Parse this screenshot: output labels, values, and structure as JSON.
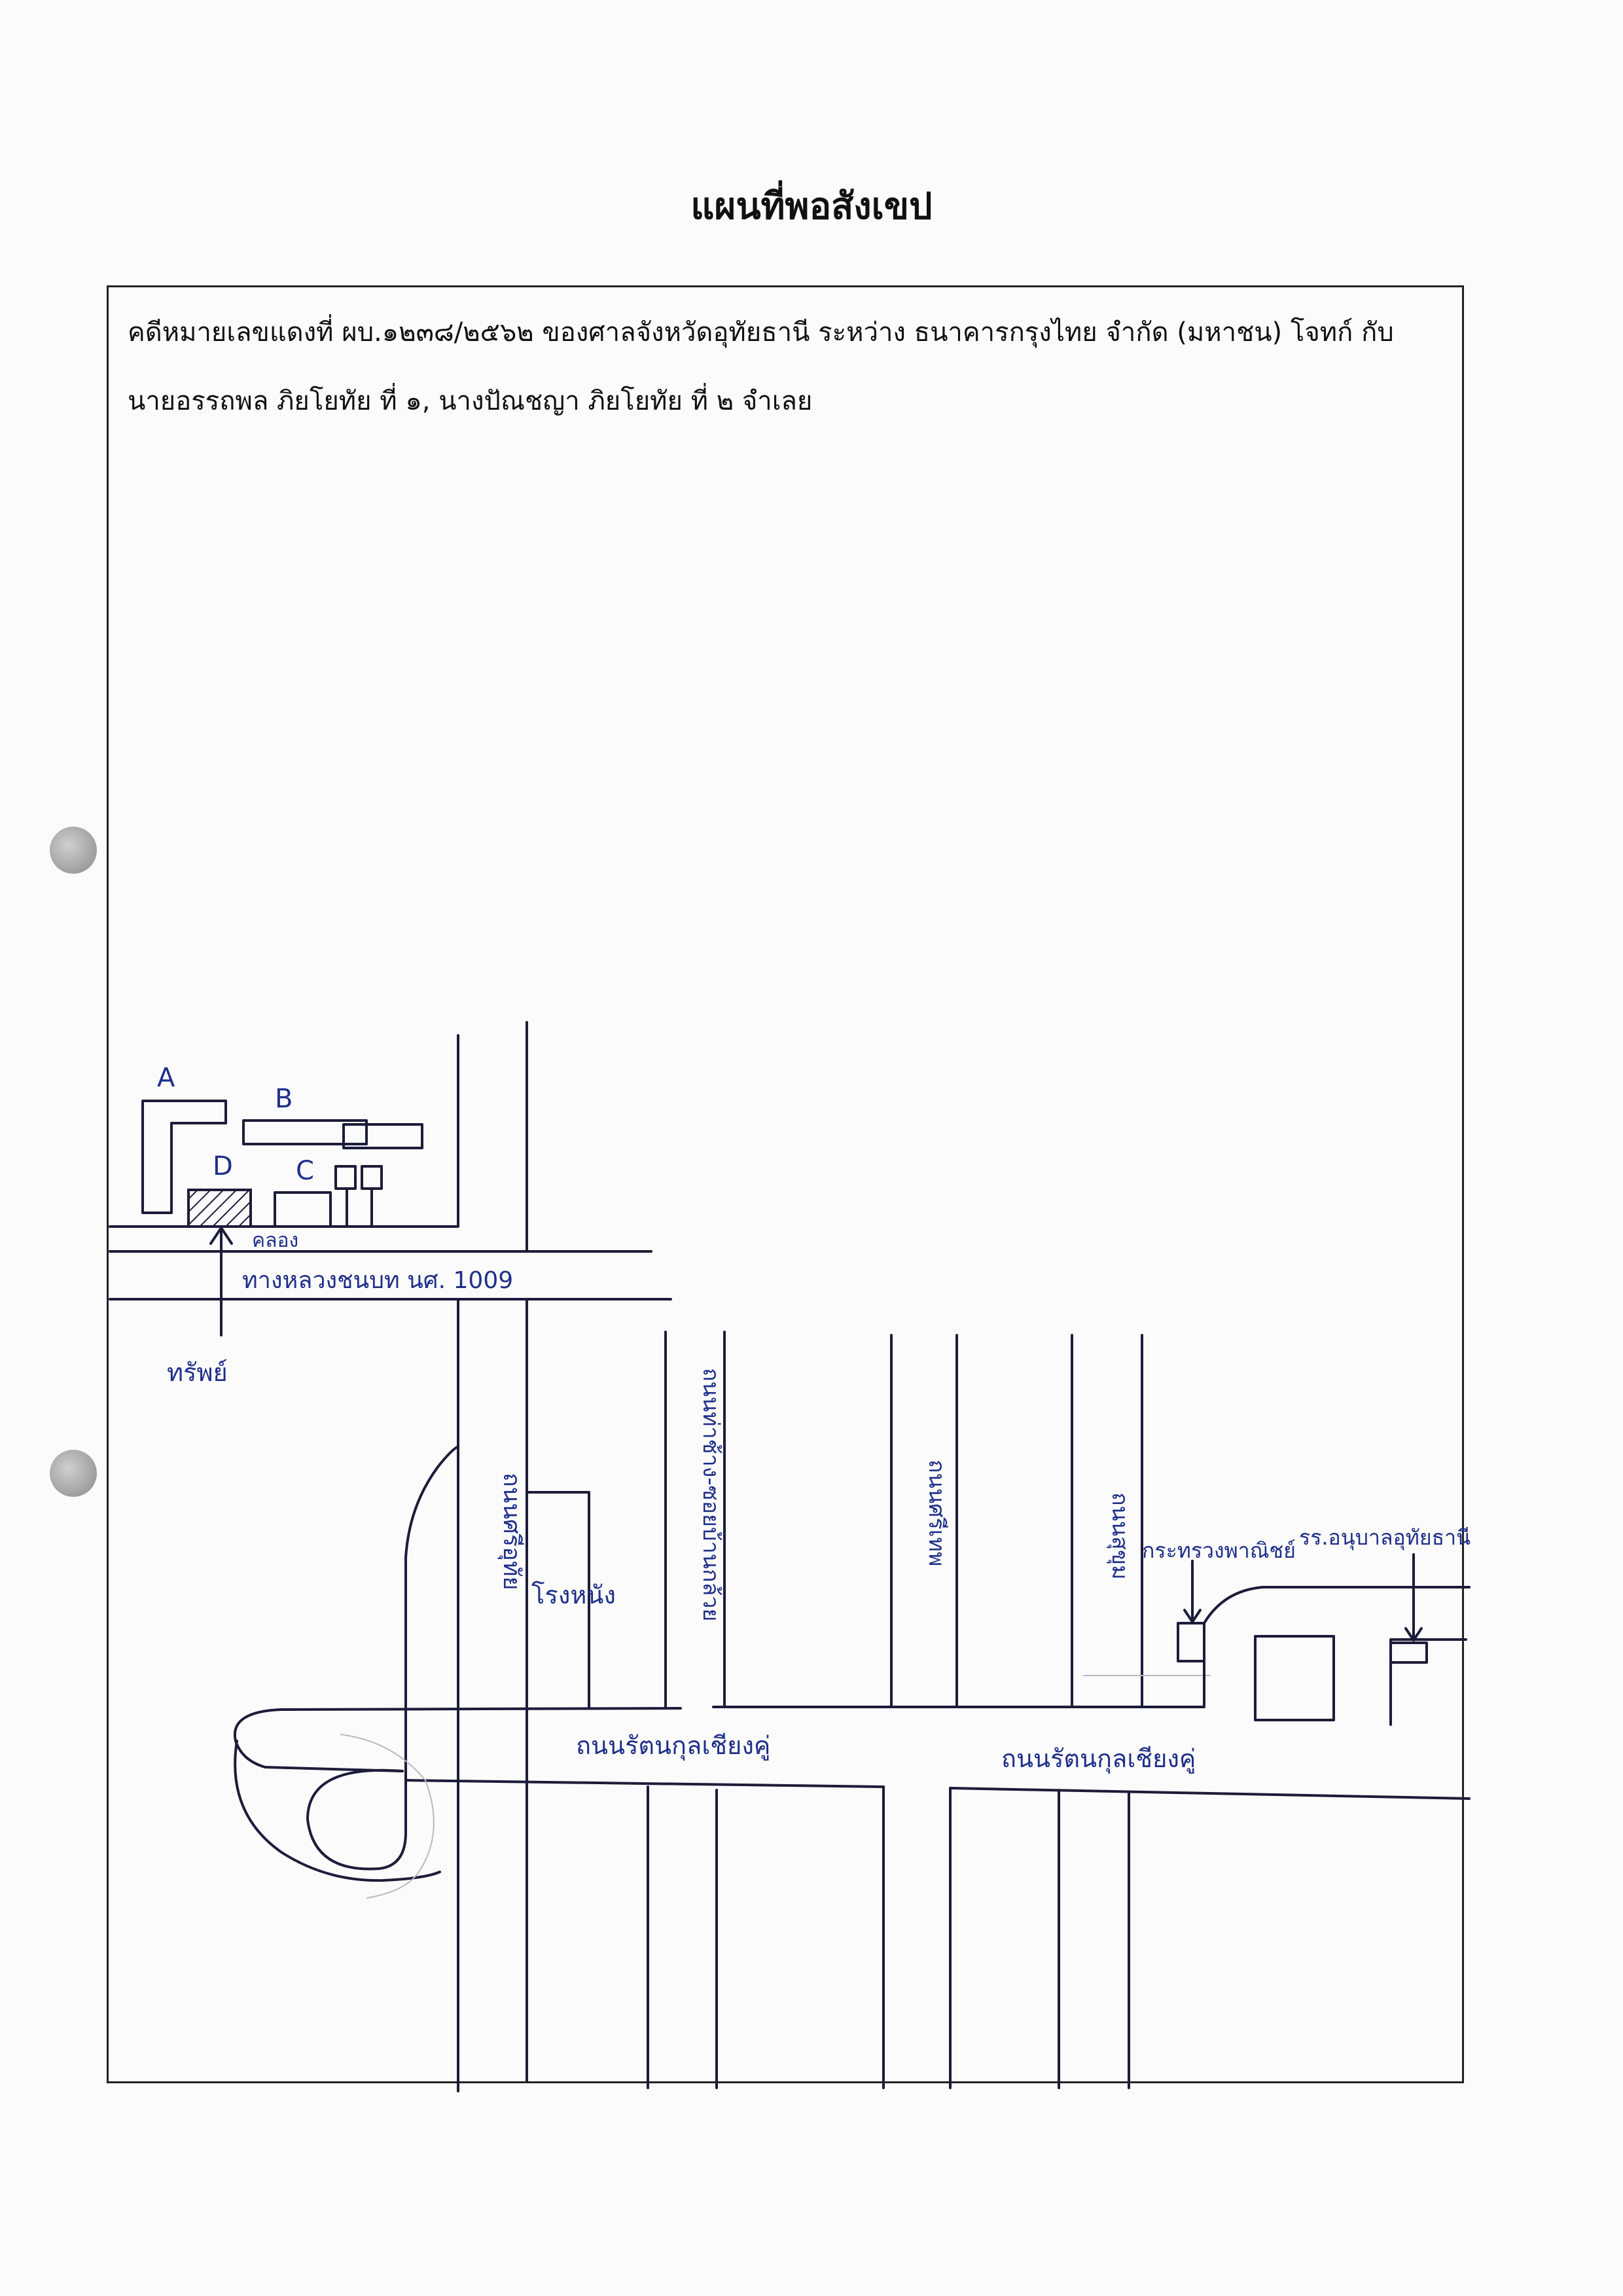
{
  "document": {
    "title": "แผนที่พอสังเขป",
    "case_line_1": "คดีหมายเลขแดงที่ ผบ.๑๒๓๘/๒๕๖๒ ของศาลจังหวัดอุทัยธานี ระหว่าง ธนาคารกรุงไทย จำกัด (มหาชน) โจทก์ กับ",
    "case_line_2": "นายอรรถพล ภิยโยทัย ที่ ๑, นางปัณชญา ภิยโยทัย ที่ ๒ จำเลย"
  },
  "sketch": {
    "label_a": "A",
    "label_b": "B",
    "label_c": "C",
    "label_d": "D",
    "canal": "คลอง",
    "highway": "ทางหลวงชนบท นศ. 1009",
    "property": "ทรัพย์",
    "road_left_vertical": "ถนนศรีอุทัย",
    "road_mid_vertical": "ถนนท่าช้าง-ซอยบ้านกล้วย",
    "road_right_vertical": "ถนนศรีเทพ",
    "road_far_right_vertical": "ถนนสุขุม",
    "cinema": "โรงหนัง",
    "main_road_left": "ถนนรัตนกุลเชียงคู่",
    "main_road_right": "ถนนรัตนกุลเชียงคู่",
    "land_office": "กระทรวงพาณิชย์",
    "school": "รร.อนุบาลอุทัยธานี"
  }
}
